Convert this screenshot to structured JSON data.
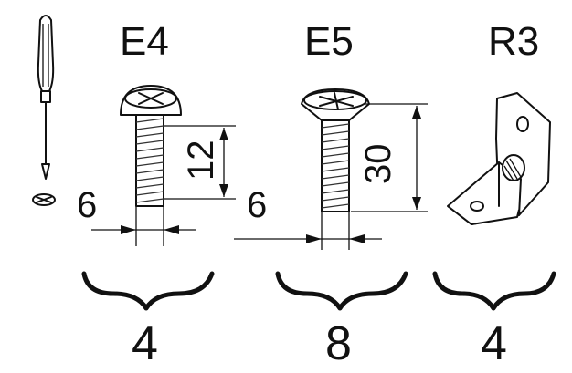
{
  "parts": [
    {
      "code": "E4",
      "length": "12",
      "diameter": "6",
      "quantity": "4",
      "icon": "pan-head-screw-icon"
    },
    {
      "code": "E5",
      "length": "30",
      "diameter": "6",
      "quantity": "8",
      "icon": "countersunk-screw-icon"
    },
    {
      "code": "R3",
      "quantity": "4",
      "icon": "angle-bracket-icon"
    }
  ],
  "tool": {
    "icon": "phillips-screwdriver-icon",
    "tip_icon": "phillips-tip-icon"
  },
  "colors": {
    "line": "#111111",
    "background": "#ffffff"
  }
}
